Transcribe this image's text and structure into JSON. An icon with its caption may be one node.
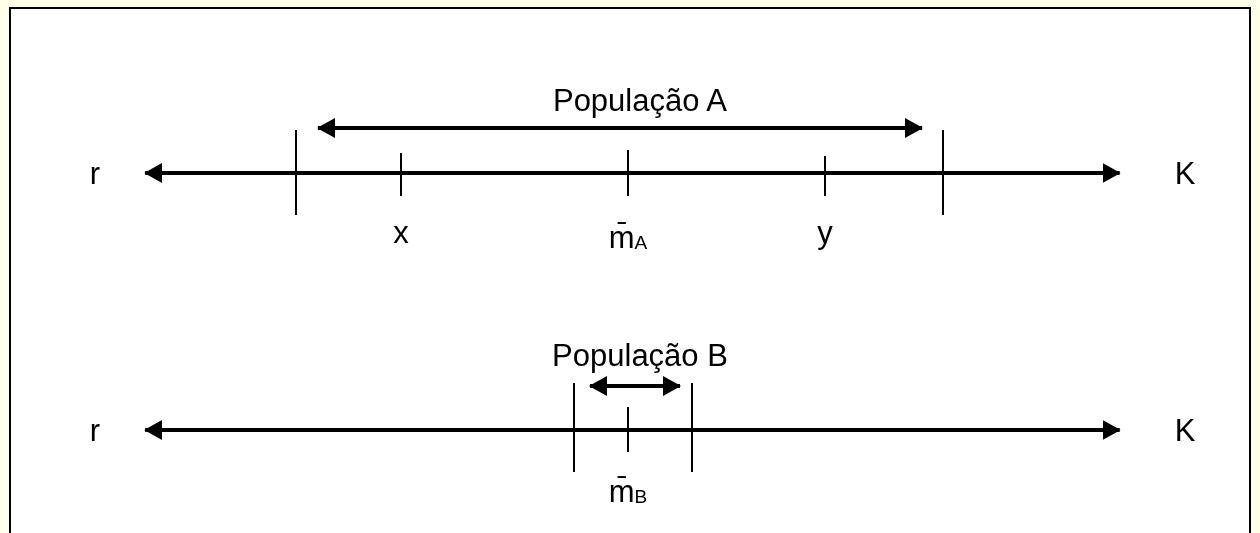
{
  "diagram": {
    "nodes": [
      {
        "text": [
          "r"
        ]
      },
      {
        "text": [
          "K"
        ]
      },
      {
        "text": [
          "r"
        ]
      },
      {
        "text": [
          "K"
        ]
      }
    ],
    "edges": [
      {
        "from": 0,
        "to": 1,
        "arrow": "both"
      },
      {
        "from": 2,
        "to": 3,
        "arrow": "both"
      }
    ],
    "labels": [
      "População A",
      "x",
      "m̄$_{A}$",
      "y",
      "População B",
      "m̄$_{B}$"
    ]
  }
}
